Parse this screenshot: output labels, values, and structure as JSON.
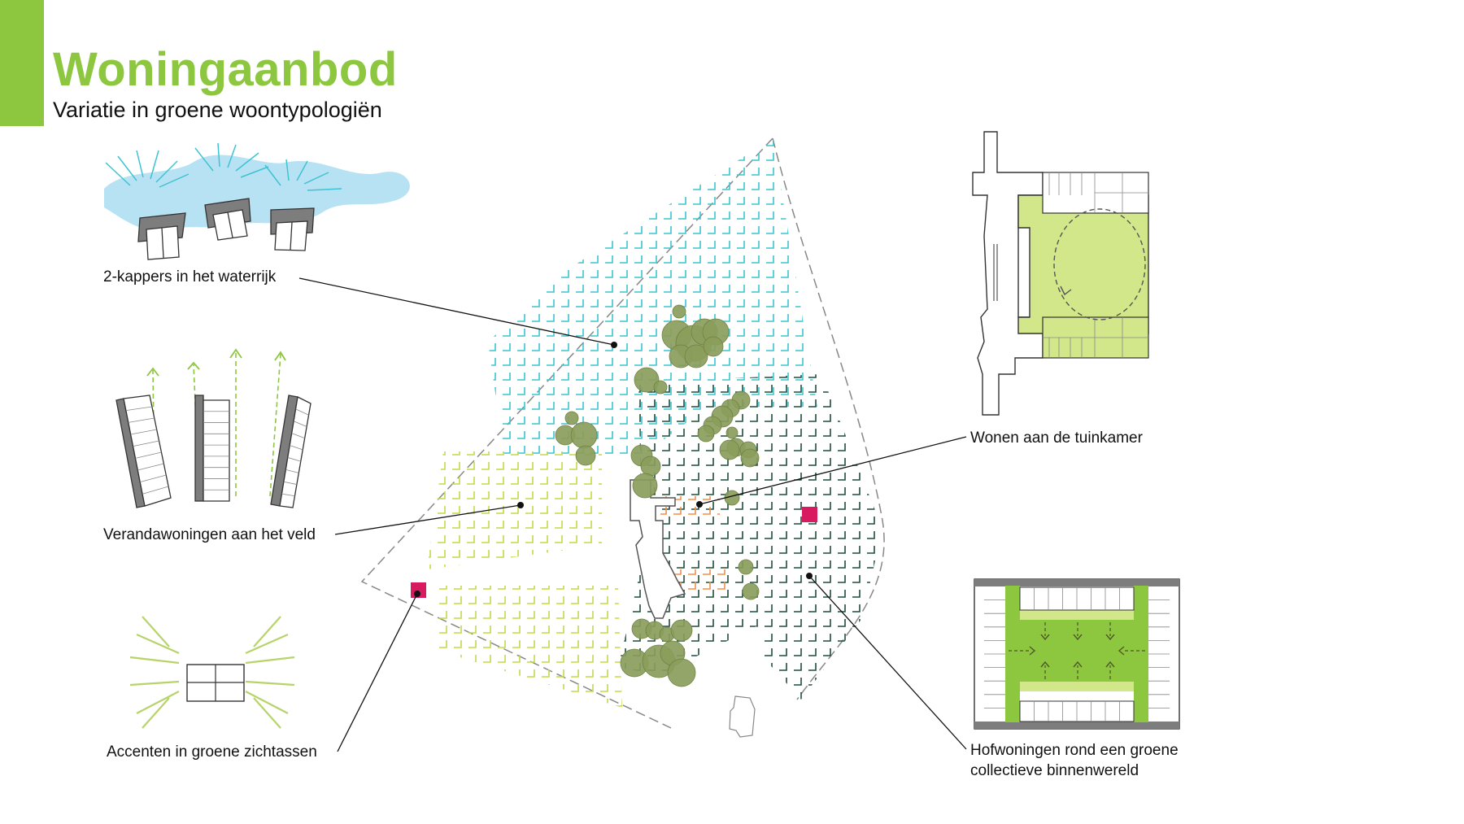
{
  "header": {
    "title": "Woningaanbod",
    "subtitle": "Variatie in groene woontypologiën"
  },
  "labels": {
    "two_kappers": "2-kappers in het waterrijk",
    "veranda": "Verandawoningen aan het veld",
    "accenten": "Accenten in groene zichtassen",
    "tuinkamer": "Wonen aan de tuinkamer",
    "hof_line1": "Hofwoningen rond een groene",
    "hof_line2": "collectieve binnenwereld"
  },
  "colors": {
    "brand_green": "#8dc63f",
    "water_blue": "#b7e2f3",
    "cyan_marks": "#3ec3d2",
    "lime_marks": "#c3d94a",
    "dark_green_marks": "#1f4d3c",
    "orange_marks": "#f28e4c",
    "tree_green": "#8a9d5b",
    "accent_magenta": "#d81b60",
    "court_green": "#d1e78a",
    "building_grey": "#7d7d7d"
  },
  "icons": {
    "zone_markers": "square-marker",
    "trees": "circle-tree",
    "accents": "magenta-square",
    "directions": "dashed-arrow"
  }
}
